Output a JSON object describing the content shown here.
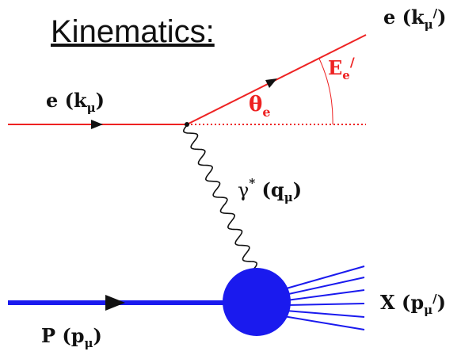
{
  "title": "Kinematics:",
  "labels": {
    "incoming_electron": {
      "main": "e (k",
      "sub": "μ",
      "close": ")"
    },
    "outgoing_electron": {
      "main": "e (k",
      "sub": "μ",
      "sup": "/",
      "close": ")"
    },
    "electron_energy": {
      "main": "E",
      "sub": "e",
      "sup": "/"
    },
    "scattering_angle": {
      "main": "θ",
      "sub": "e"
    },
    "virtual_photon": {
      "main": "γ",
      "sup": "*",
      "mid": " (q",
      "sub": "μ",
      "close": ")"
    },
    "proton": {
      "main": "P (p",
      "sub": "μ",
      "close": ")"
    },
    "hadronic_system": {
      "main": "X (p",
      "sub": "μ",
      "sup": "/",
      "close": ")"
    }
  },
  "colors": {
    "electron": "#ee2222",
    "proton": "#1a1aee",
    "photon": "#111111",
    "text": "#111111"
  }
}
